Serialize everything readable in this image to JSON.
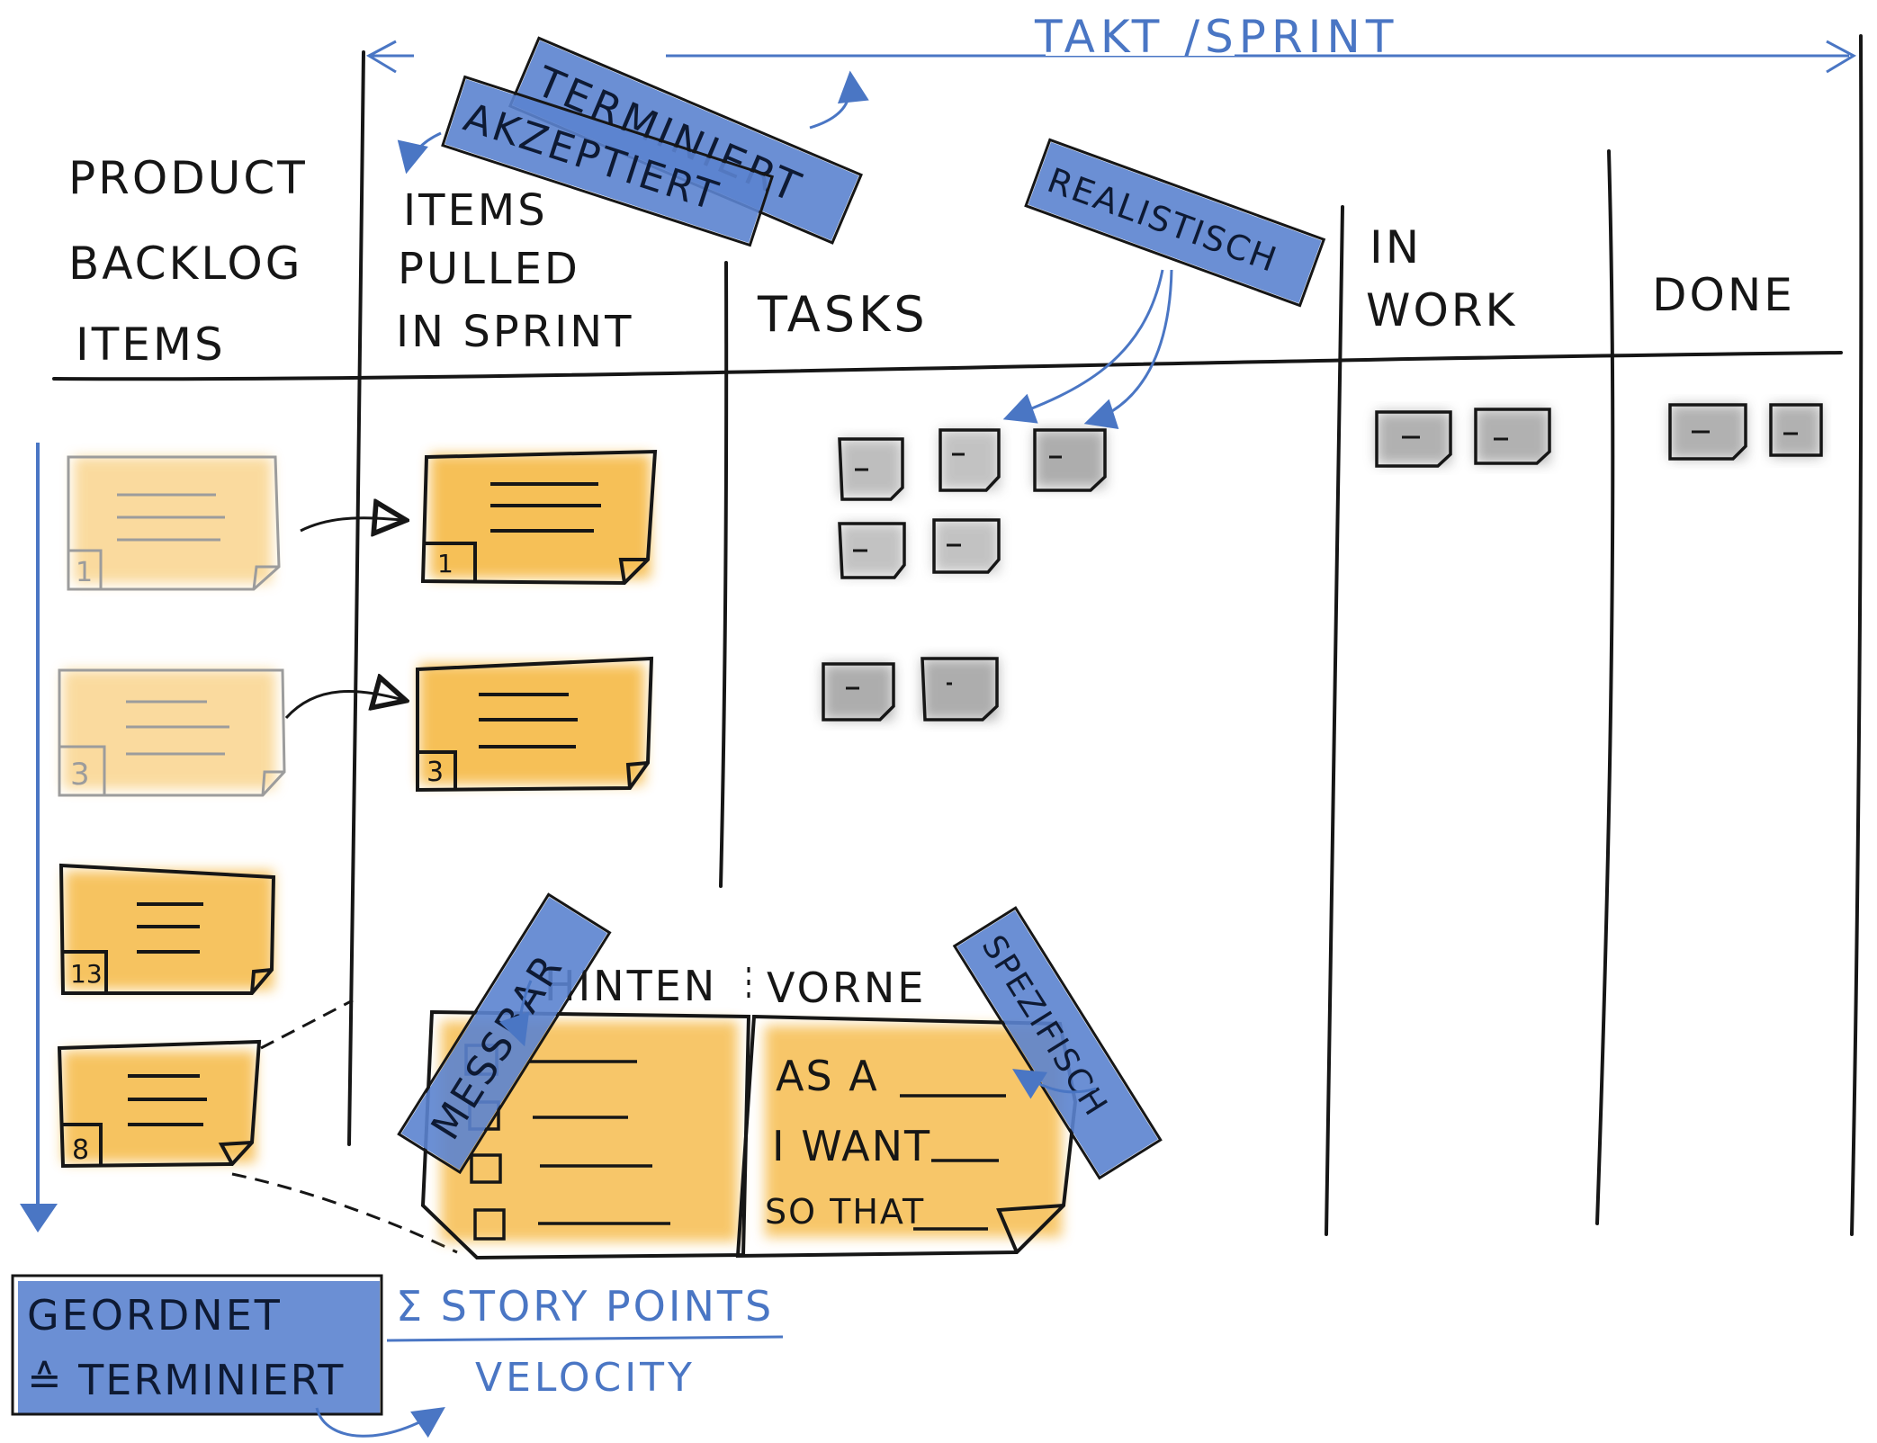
{
  "top_label": "TAKT /SPRINT",
  "columns": {
    "backlog": [
      "PRODUCT",
      "BACKLOG",
      "ITEMS"
    ],
    "pulled": [
      "ITEMS",
      "PULLED",
      "IN SPRINT"
    ],
    "tasks": "TASKS",
    "in_work": [
      "IN",
      "WORK"
    ],
    "done": "DONE"
  },
  "tags": {
    "terminiert": "TERMINIERT",
    "akzeptiert": "AKZEPTIERT",
    "realistisch": "REALISTISCH",
    "messbar": "MESSBAR",
    "spezifisch": "SPEZIFISCH",
    "geordnet": [
      "GEORDNET",
      "≙ TERMINIERT"
    ]
  },
  "backlog_cards": [
    "1",
    "3",
    "13",
    "8"
  ],
  "pulled_cards": [
    "1",
    "3"
  ],
  "story_card": {
    "back_label": "HINTEN",
    "front_label": "VORNE",
    "front_lines": [
      "AS A",
      "I WANT",
      "SO THAT"
    ]
  },
  "formula": {
    "numerator": "Σ STORY POINTS",
    "denominator": "VELOCITY"
  },
  "colors": {
    "sticky_orange": "#f6bd4f",
    "sticky_gray": "#a9a9a9",
    "tag_blue": "#5b83cf",
    "ink": "#161616",
    "annotation_blue": "#4a76c4"
  }
}
